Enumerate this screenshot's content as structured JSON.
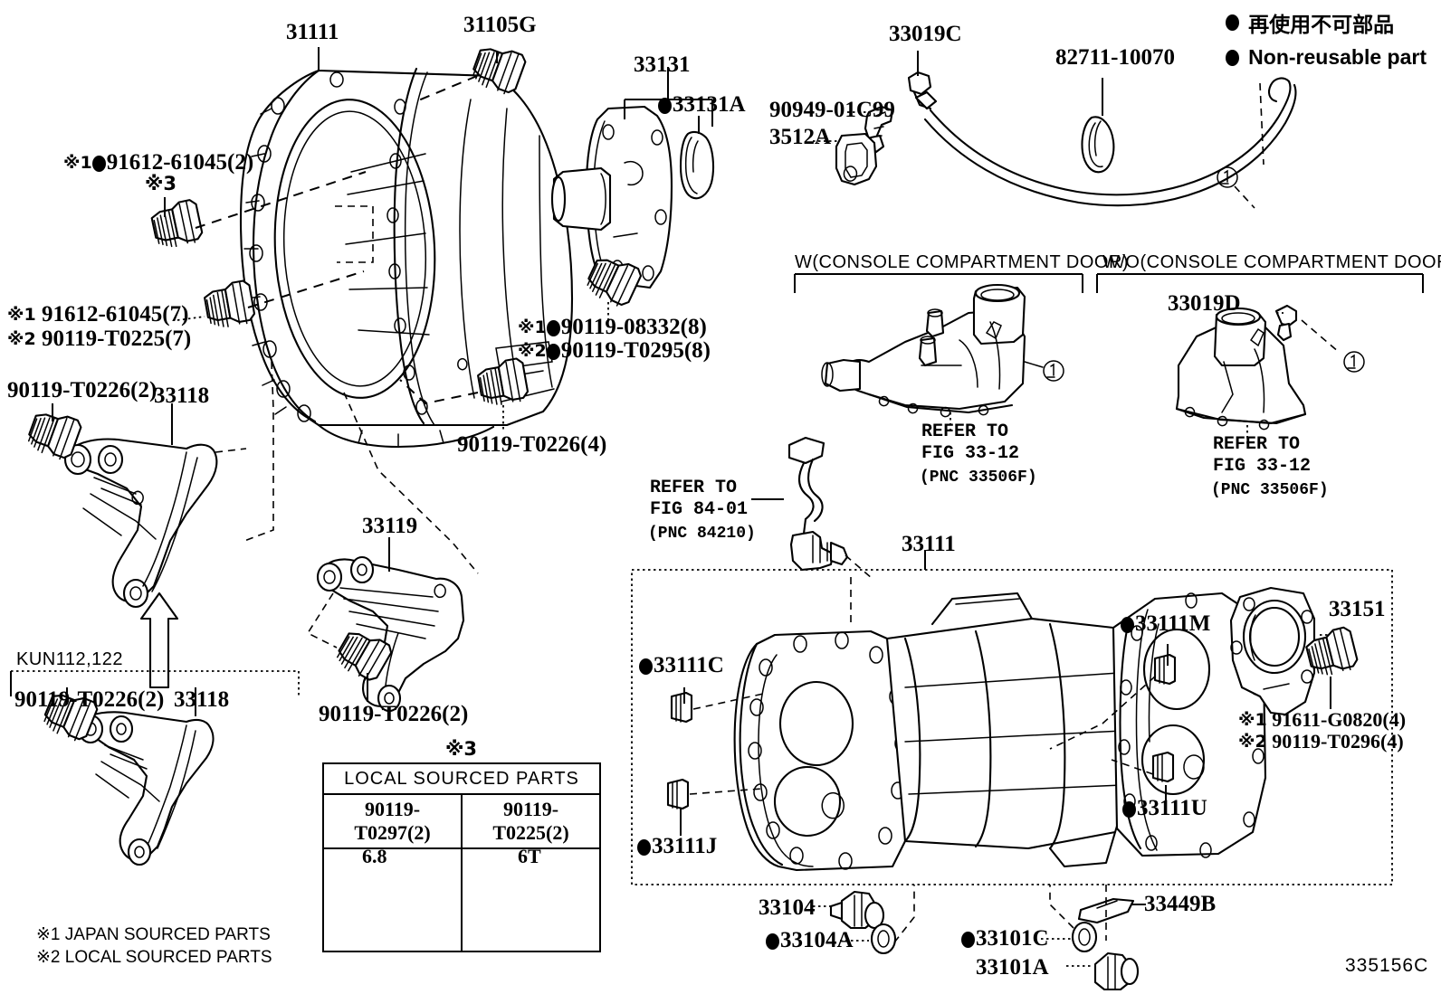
{
  "diagram": {
    "code": "335156C",
    "legend": [
      {
        "marker": "filled-circle",
        "text": "再使用不可部品"
      },
      {
        "marker": "filled-circle",
        "text": "Non-reusable part"
      }
    ],
    "footnotes": "※1 JAPAN SOURCED PARTS\n※2 LOCAL SOURCED PARTS"
  },
  "labels": {
    "clutch_housing": "31111",
    "housing_bolt_top": "31105G",
    "front_bearing_retainer": "33131",
    "oil_seal": "33131A",
    "cable_33019C": "33019C",
    "clip_90949": "90949-01C99",
    "bracket_3512A": "3512A",
    "ring_82711": "82711-10070",
    "shifter_33019D": "33019D",
    "bolt_91612_2": "91612-61045(2)",
    "kome3_mark": "※3",
    "bolt_91612_7": "91612-61045(7)",
    "bolt_90119_T0225_7": "90119-T0225(7)",
    "bolt_90119_08332": "90119-08332(8)",
    "bolt_90119_T0295": "90119-T0295(8)",
    "bolt_90119_T0226_2a": "90119-T0226(2)",
    "bracket_33118_a": "33118",
    "bolt_90119_T0226_4": "90119-T0226(4)",
    "bracket_33119": "33119",
    "bolt_90119_T0226_2b": "90119-T0226(2)",
    "kun_group": "KUN112,122",
    "bolt_90119_T0226_2c": "90119-T0226(2)",
    "bracket_33118_b": "33118",
    "transmission_case": "33111",
    "plug_33111C": "33111C",
    "plug_33111J": "33111J",
    "plug_33111M": "33111M",
    "plug_33111U": "33111U",
    "rear_seal_retainer": "33151",
    "bolt_91611_G0820": "91611-G0820(4)",
    "bolt_90119_T0296": "90119-T0296(4)",
    "plug_33104": "33104",
    "gasket_33104A": "33104A",
    "gasket_33101C": "33101C",
    "plug_33101A": "33101A",
    "magnet_33449B": "33449B"
  },
  "sub_assemblies": {
    "with_door": {
      "title": "W(CONSOLE COMPARTMENT DOOR)",
      "refer": "REFER TO\nFIG 33-12",
      "pnc": "(PNC 33506F)",
      "callout": "①"
    },
    "without_door": {
      "title": "W/O(CONSOLE COMPARTMENT DOOR)",
      "refer": "REFER TO\nFIG 33-12",
      "pnc": "(PNC 33506F)",
      "callout": "①"
    },
    "switch_ref": {
      "refer": "REFER TO\nFIG 84-01",
      "pnc": "(PNC 84210)"
    }
  },
  "local_parts_table": {
    "mark": "※3",
    "title": "LOCAL SOURCED PARTS",
    "columns": [
      "90119-T0297(2)",
      "90119-T0225(2)"
    ],
    "head_marks": [
      "6.8",
      "6T"
    ]
  },
  "prefixes": {
    "k1": "※1",
    "k2": "※2"
  },
  "colors": {
    "ink": "#000000",
    "paper": "#ffffff"
  }
}
